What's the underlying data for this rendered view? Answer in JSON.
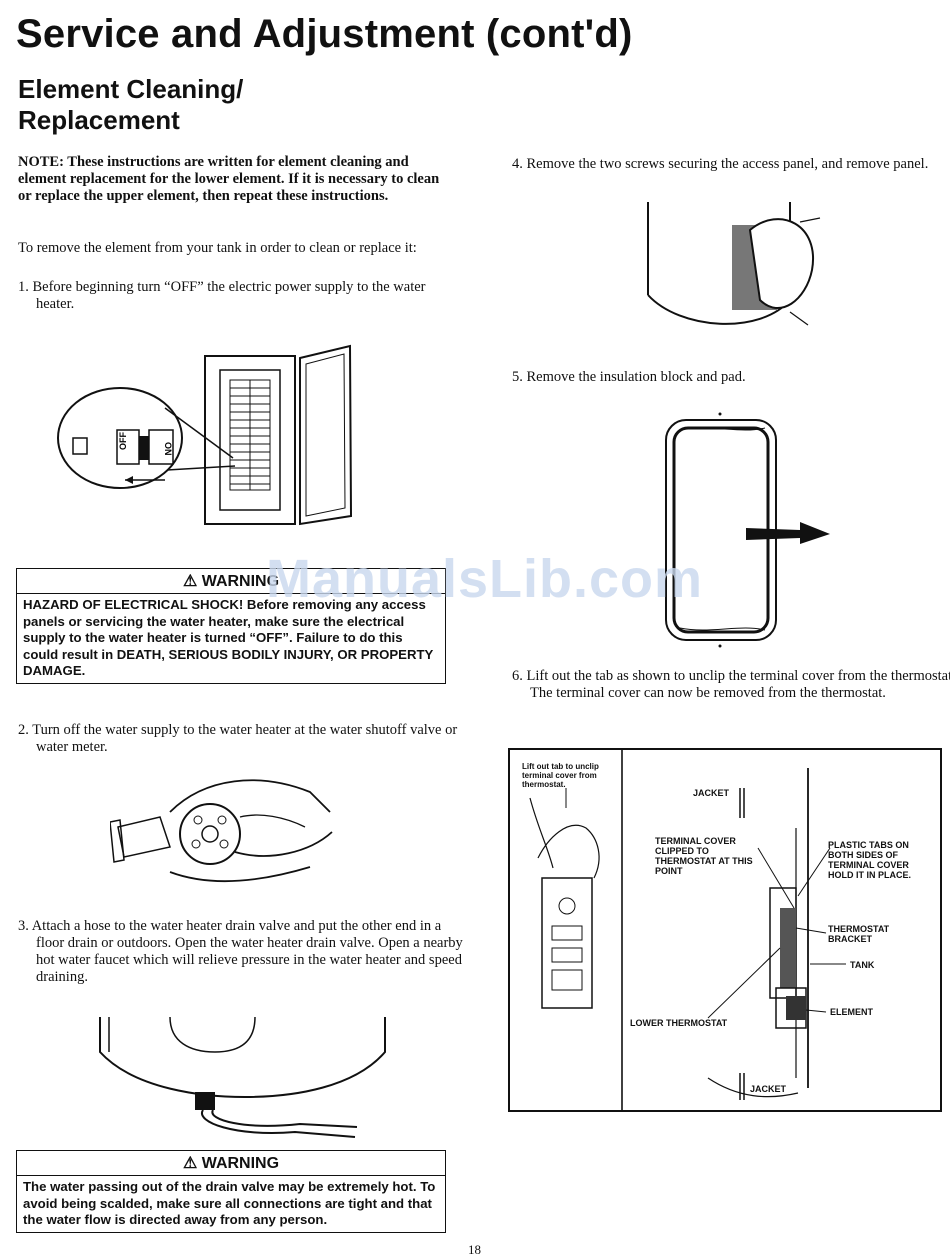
{
  "title": "Service and Adjustment (cont'd)",
  "subtitle": [
    "Element Cleaning/",
    "Replacement"
  ],
  "note": "NOTE: These instructions are written for element cleaning and element replacement for the lower element. If it is necessary to clean or replace the upper element, then repeat these instructions.",
  "intro": "To remove the element from your tank in order to clean or replace it:",
  "steps": [
    "1. Before beginning turn “OFF” the electric power supply to the water heater.",
    "2. Turn off the water supply to the water heater at the water shutoff valve or water meter.",
    "3. Attach a hose to the water heater drain valve and put the other end in a floor drain or outdoors. Open the water heater drain valve. Open a nearby hot water faucet which will relieve pressure in the water heater and speed draining.",
    "4. Remove the two screws securing the access panel, and remove panel.",
    "5. Remove the insulation block and pad.",
    "6. Lift out the tab as shown to unclip the terminal cover from the thermostat. The terminal cover can now be removed from the thermostat."
  ],
  "warning1": {
    "title": "⚠ WARNING",
    "body": "HAZARD OF ELECTRICAL SHOCK! Before removing any access panels or servicing the water heater, make sure the electrical supply to the water heater is turned “OFF”. Failure to do this could result in DEATH, SERIOUS BODILY INJURY, OR PROPERTY DAMAGE."
  },
  "warning2": {
    "title": "⚠ WARNING",
    "body": "The water passing out of the drain valve may be extremely hot. To avoid being scalded, make sure all connections are tight and that the water flow is directed away from any person."
  },
  "breaker": {
    "off": "OFF",
    "on": "ON"
  },
  "diagram_labels": {
    "lift_tab": "Lift out tab to unclip terminal cover from thermostat.",
    "jacket_top": "JACKET",
    "terminal_cover": "TERMINAL COVER CLIPPED TO THERMOSTAT AT THIS POINT",
    "plastic_tabs": "PLASTIC TABS ON BOTH SIDES OF TERMINAL COVER HOLD IT IN PLACE.",
    "thermostat_bracket": "THERMOSTAT BRACKET",
    "tank": "TANK",
    "element": "ELEMENT",
    "lower_thermostat": "LOWER THERMOSTAT",
    "jacket_bottom": "JACKET"
  },
  "watermark": "ManualsLib.com",
  "page_number": "18"
}
